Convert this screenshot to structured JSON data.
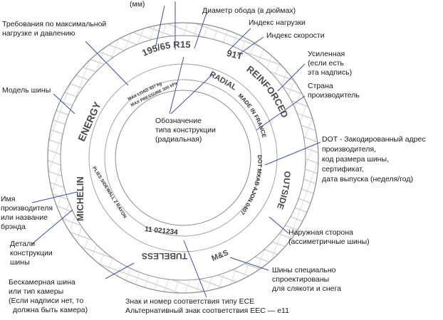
{
  "tire": {
    "size": "195/65 R15",
    "load_speed": "91T",
    "radial": "RADIAL",
    "reinforced": "REINFORCED",
    "made_in": "MADE IN FRANCE",
    "dot": "DOT MXAB AJON 0407",
    "outside": "OUTSIDE",
    "ms": "M&S",
    "tubeless": "TUBELESS",
    "ece": "11 021234",
    "plies": "PLIES SIDEWALL 2 RAYON",
    "brand": "MICHELIN",
    "model": "ENERGY",
    "max_load": "MAX LOAD 407 kg",
    "max_pressure": "MAX PRESSURE 300 kPa"
  },
  "labels": {
    "top_mm": "(мм)",
    "rim_diameter": "Диаметр обода (в дюймах)",
    "load_index": "Индекс нагрузки",
    "speed_index": "Индекс скорости",
    "reinforced": [
      "Усиленная",
      "(если есть",
      "эта  надпись)"
    ],
    "country": [
      "Страна",
      "производитель"
    ],
    "dot": [
      "DOT - Закодированный адрес",
      "производителя,",
      "код размера шины,",
      "сертификат,",
      "дата выпуска (неделя/год)"
    ],
    "outside": [
      "Наружная сторона",
      "(ассиметричные шины)"
    ],
    "ms": [
      "Шины специально",
      "спроектированы",
      "для  слякоти и снега"
    ],
    "ece": [
      "Знак и номер соответствия типу ECE",
      "Альтернативный знак соответствия EEC — e11"
    ],
    "tubeless": [
      "Бескамерная шина",
      "или тип камеры",
      "(Если надписи нет, то",
      "должна быть камера)"
    ],
    "construction": [
      "Детали",
      "конструкции",
      "шины"
    ],
    "brand": [
      "Имя",
      "производителя",
      "или название",
      "брэнда"
    ],
    "model": "Модель шины",
    "max_load": [
      "Требования по максимальной",
      "нагрузке и давлению"
    ],
    "radial": [
      "Обозначение",
      "типа конструкции",
      "(радиальная)"
    ]
  }
}
